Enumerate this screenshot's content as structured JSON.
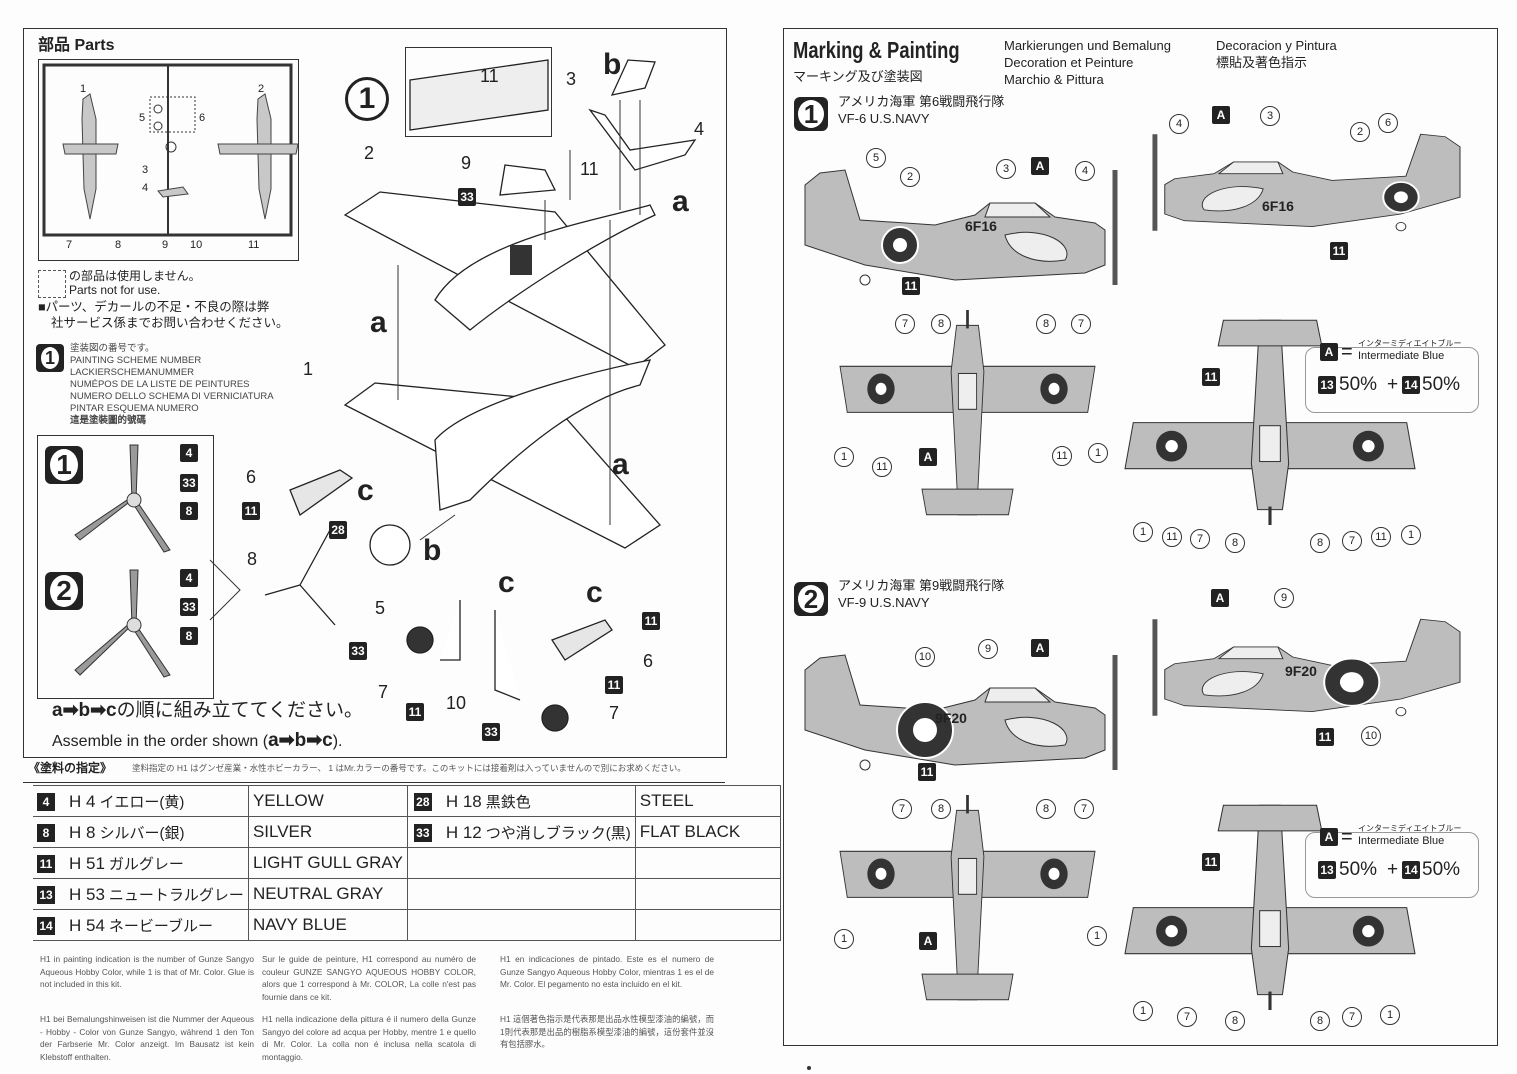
{
  "left": {
    "parts_title": "部品 Parts",
    "parts_labels": [
      "1",
      "2",
      "5",
      "6",
      "3",
      "4",
      "7",
      "8",
      "9",
      "10",
      "11"
    ],
    "not_used_jp": "の部品は使用しません。",
    "not_used_en": "Parts not for use.",
    "service_note": [
      "■パーツ、デカールの不足・不良の際は弊",
      "社サービス係までお問い合わせください。"
    ],
    "scheme_legend_icon": "1",
    "scheme_legend": [
      "塗装図の番号です。",
      "PAINTING SCHEME NUMBER",
      "LACKIERSCHEMANUMMER",
      "NUMÉPOS DE LA LISTE DE PEINTURES",
      "NUMERO DELLO SCHEMA DI VERNICIATURA",
      "PINTAR ESQUEMA NUMERO",
      "這是塗裝圖的號碼"
    ],
    "step_number": "1",
    "propeller_schemes": [
      {
        "scheme": "1",
        "colors": [
          "4",
          "33",
          "8"
        ]
      },
      {
        "scheme": "2",
        "colors": [
          "4",
          "33",
          "8"
        ]
      }
    ],
    "assembly_labels": [
      "11",
      "3",
      "b",
      "4",
      "2",
      "9",
      "11",
      "a",
      "a",
      "1",
      "a",
      "6",
      "c",
      "5",
      "b",
      "8",
      "c",
      "c",
      "6",
      "7",
      "10",
      "7"
    ],
    "assembly_badges": [
      "33",
      "11",
      "28",
      "11",
      "33",
      "11",
      "11",
      "33"
    ],
    "order_jp_prefix": "a➡b➡c",
    "order_jp": "の順に組み立ててください。",
    "order_en": "Assemble in the order shown (",
    "order_en_seq": "a➡b➡c",
    "order_en_end": ").",
    "paint_title": "《塗料の指定》",
    "paint_note": "塗料指定の H1 はグンゼ産業・水性ホビーカラー、 1 はMr.カラーの番号です。このキットには接着剤は入っていませんので別にお求めください。",
    "colors": [
      {
        "badge": "4",
        "code": "H 4",
        "jp": "イエロー(黄)",
        "en": "YELLOW"
      },
      {
        "badge": "8",
        "code": "H 8",
        "jp": "シルバー(銀)",
        "en": "SILVER"
      },
      {
        "badge": "11",
        "code": "H 51",
        "jp": "ガルグレー",
        "en": "LIGHT GULL GRAY"
      },
      {
        "badge": "13",
        "code": "H 53",
        "jp": "ニュートラルグレー",
        "en": "NEUTRAL GRAY"
      },
      {
        "badge": "14",
        "code": "H 54",
        "jp": "ネービーブルー",
        "en": "NAVY BLUE"
      },
      {
        "badge": "28",
        "code": "H 18",
        "jp": "黒鉄色",
        "en": "STEEL"
      },
      {
        "badge": "33",
        "code": "H 12",
        "jp": "つや消しブラック(黒)",
        "en": "FLAT BLACK"
      }
    ],
    "footer": {
      "en": "H1 in painting indication is the number of Gunze Sangyo Aqueous Hobby Color, while 1 is that of Mr. Color. Glue is not included in this kit.",
      "de": "H1 bei Bemalungshinweisen ist die Nummer der Aqueous - Hobby - Color von Gunze Sangyo, während 1 den Ton der Farbserie Mr. Color anzeigt. Im Bausatz ist kein Klebstoff enthalten.",
      "fr": "Sur le guide de peinture, H1 correspond au numéro de couleur GUNZE SANGYO AQUEOUS HOBBY COLOR, alors que 1 correspond à Mr. COLOR, La colle n'est pas fournie dans ce kit.",
      "it": "H1 nella indicazione della pittura é il numero della Gunze Sangyo del colore ad acqua per Hobby, mentre 1 e quello di Mr. Color. La colla non é inclusa nella scatola di montaggio.",
      "es": "H1 en indicaciones de pintado. Este es el numero de Gunze Sangyo Aqueous Hobby Color, mientras 1 es el de Mr. Color. El pegamento no esta incluido en el kit.",
      "zh": "H1 這個著色指示是代表那是出品水性模型漆油的編號，而1則代表那是出品的樹脂系模型漆油的編號，這份套件並沒有包括膠水。"
    }
  },
  "right": {
    "title": "Marking & Painting",
    "title_jp": "マーキング及び塗装図",
    "title_langs": [
      "Markierungen und Bemalung",
      "Decoration et Peinture",
      "Marchio & Pittura",
      "Decoracion y Pintura",
      "標貼及著色指示"
    ],
    "schemes": [
      {
        "number": "1",
        "jp": "アメリカ海軍 第6戦闘飛行隊",
        "en": "VF-6 U.S.NAVY",
        "code": "6F16",
        "side_callouts": [
          "5",
          "2",
          "3",
          "A",
          "4",
          "11"
        ],
        "side2_callouts": [
          "4",
          "A",
          "3",
          "2",
          "6",
          "11"
        ],
        "top_callouts": [
          "7",
          "8",
          "8",
          "7",
          "1",
          "11",
          "A",
          "11",
          "1"
        ],
        "bottom_callouts": [
          "11",
          "1",
          "11",
          "7",
          "8",
          "8",
          "7",
          "11",
          "1"
        ]
      },
      {
        "number": "2",
        "jp": "アメリカ海軍 第9戦闘飛行隊",
        "en": "VF-9 U.S.NAVY",
        "code": "9F20",
        "side_callouts": [
          "10",
          "9",
          "A",
          "11"
        ],
        "side2_callouts": [
          "A",
          "9",
          "11",
          "10"
        ],
        "top_callouts": [
          "7",
          "8",
          "8",
          "7",
          "1",
          "A",
          "1"
        ],
        "bottom_callouts": [
          "11",
          "1",
          "7",
          "8",
          "8",
          "7",
          "1"
        ]
      }
    ],
    "legend": {
      "badge": "A",
      "eq": "=",
      "jp": "インターミディエイトブルー",
      "en": "Intermediate Blue",
      "b1": "13",
      "p1": "50%",
      "plus": "+",
      "b2": "14",
      "p2": "50%"
    }
  },
  "colors": {
    "ink": "#222222",
    "aircraft_fill": "#bdbdbd",
    "aircraft_dark": "#8f8f8f",
    "paper": "#fdfdfd"
  }
}
